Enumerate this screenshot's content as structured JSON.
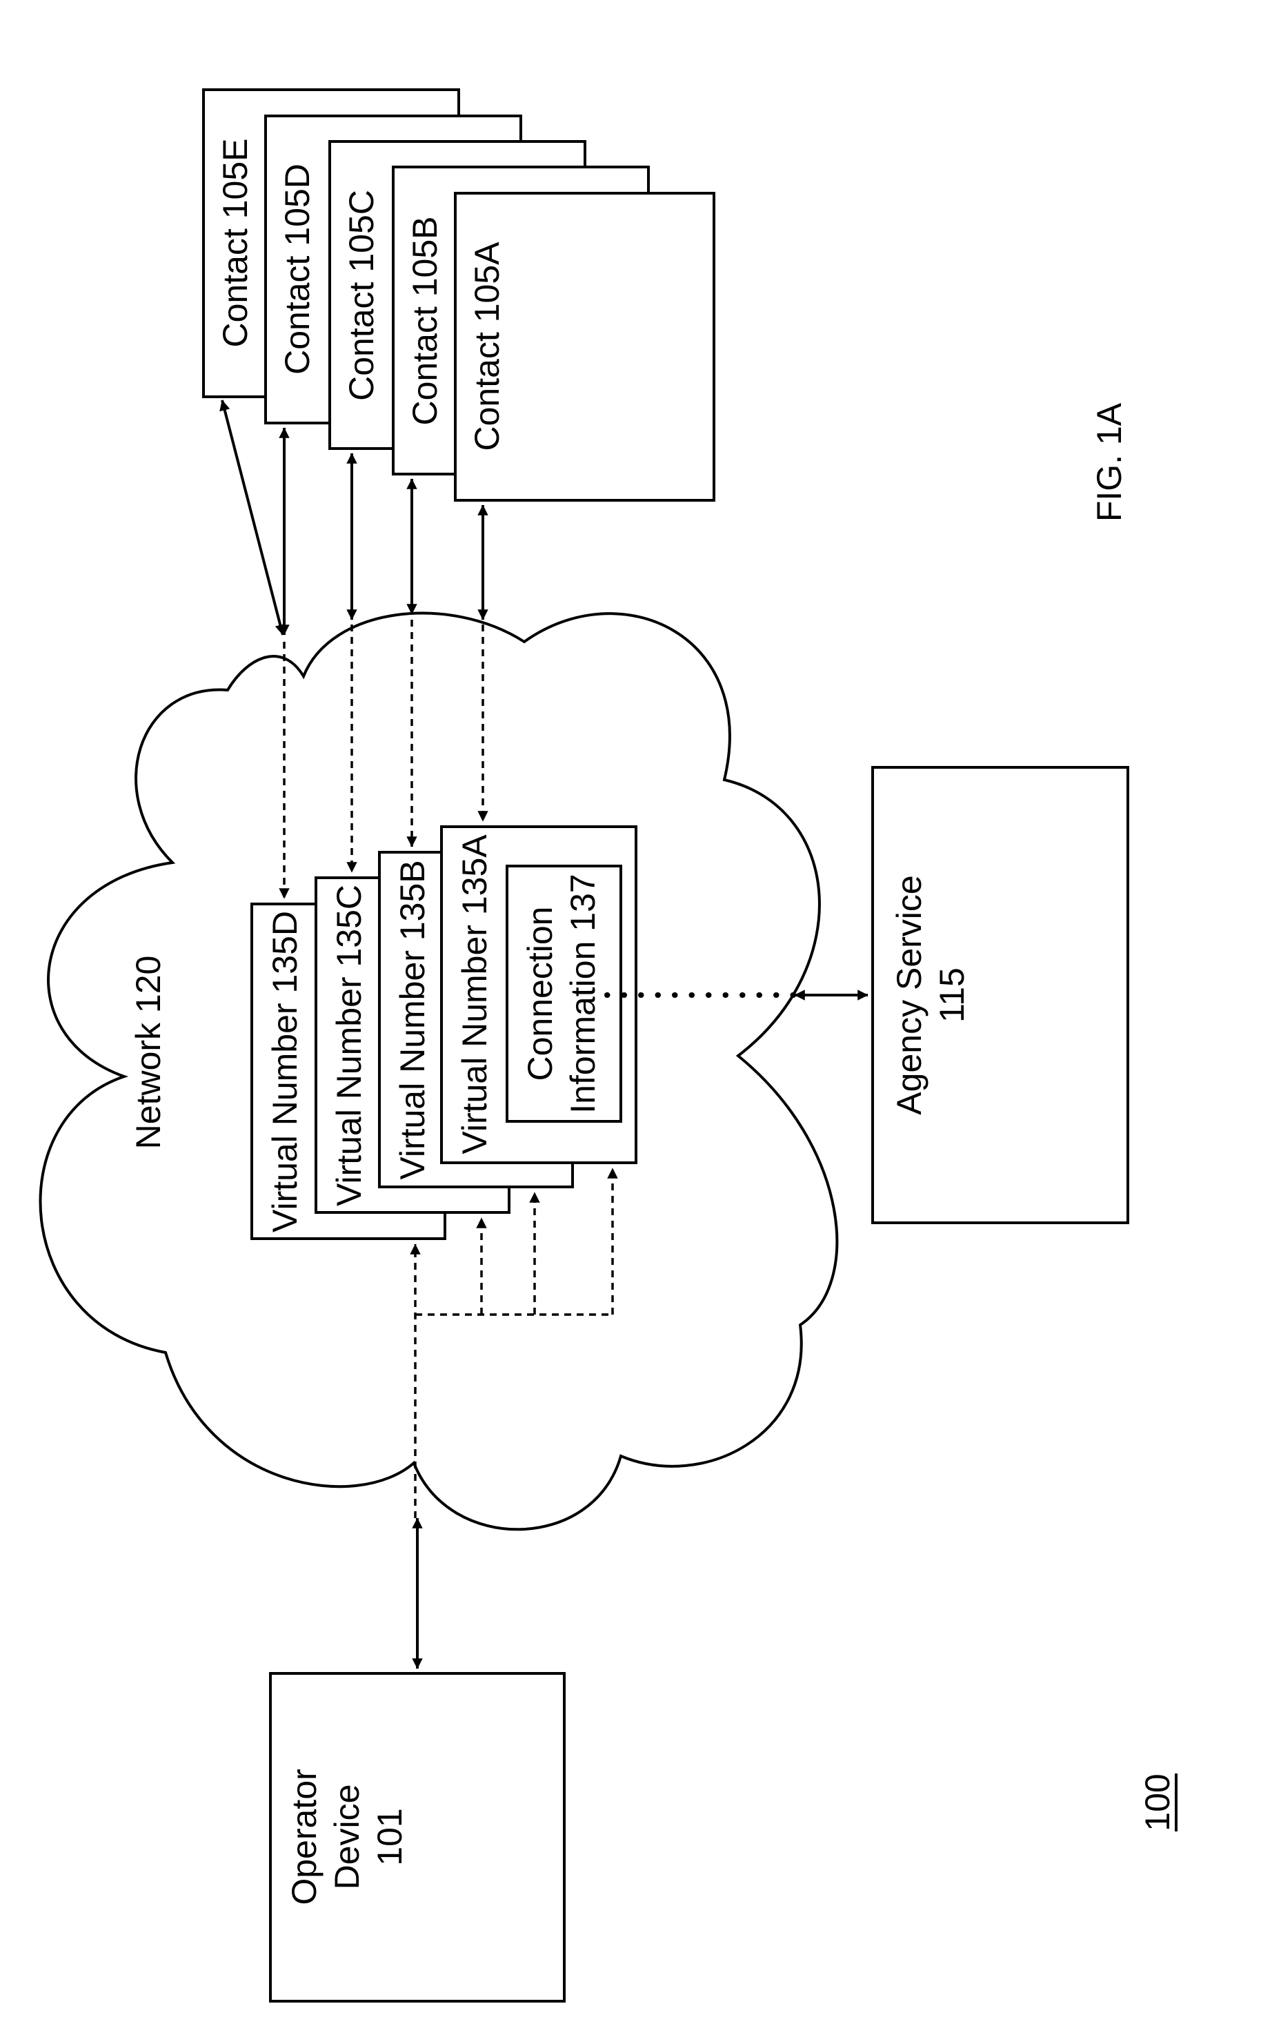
{
  "figure": {
    "label": "FIG. 1A",
    "ref_number": "100"
  },
  "operator_device": {
    "line1": "Operator",
    "line2": "Device",
    "line3": "101"
  },
  "network": {
    "label": "Network 120"
  },
  "agency_service": {
    "line1": "Agency Service",
    "line2": "115"
  },
  "contacts": [
    {
      "label": "Contact 105E"
    },
    {
      "label": "Contact 105D"
    },
    {
      "label": "Contact 105C"
    },
    {
      "label": "Contact 105B"
    },
    {
      "label": "Contact 105A"
    }
  ],
  "virtual_numbers": [
    {
      "label": "Virtual Number 135D"
    },
    {
      "label": "Virtual Number 135C"
    },
    {
      "label": "Virtual Number 135B"
    },
    {
      "label": "Virtual Number 135A"
    }
  ],
  "connection_info": {
    "line1": "Connection",
    "line2": "Information 137"
  }
}
